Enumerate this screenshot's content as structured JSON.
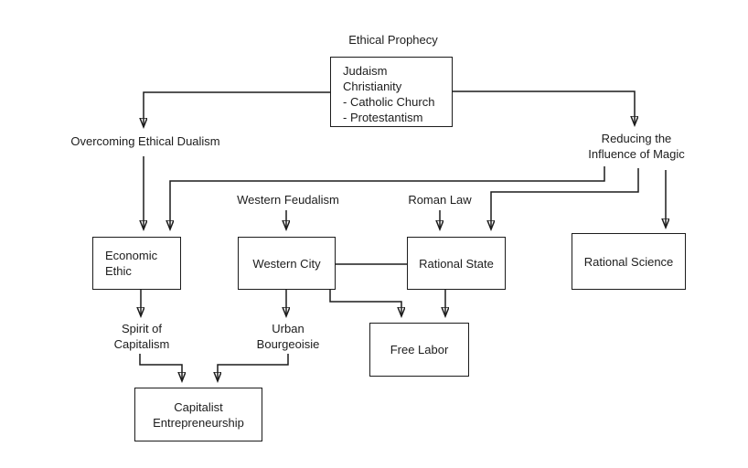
{
  "diagram": {
    "description_colors": {
      "line": "#1c1c1c",
      "background": "#ffffff",
      "box_border": "#1c1c1c"
    },
    "nodes": {
      "ethical_prophecy": {
        "label": "Ethical Prophecy",
        "type": "label"
      },
      "religions": {
        "label": "Judaism\nChristianity\n- Catholic Church\n- Protestantism",
        "type": "box"
      },
      "overcoming_ethical_dualism": {
        "label": "Overcoming Ethical Dualism",
        "type": "label"
      },
      "reducing_influence_of_magic": {
        "label": "Reducing the\nInfluence of Magic",
        "type": "label"
      },
      "western_feudalism": {
        "label": "Western Feudalism",
        "type": "label"
      },
      "roman_law": {
        "label": "Roman Law",
        "type": "label"
      },
      "economic_ethic": {
        "label": "Economic\nEthic",
        "type": "box"
      },
      "western_city": {
        "label": "Western City",
        "type": "box"
      },
      "rational_state": {
        "label": "Rational State",
        "type": "box"
      },
      "rational_science": {
        "label": "Rational Science",
        "type": "box"
      },
      "spirit_of_capitalism": {
        "label": "Spirit of\nCapitalism",
        "type": "label"
      },
      "urban_bourgeoisie": {
        "label": "Urban\nBourgeoisie",
        "type": "label"
      },
      "free_labor": {
        "label": "Free Labor",
        "type": "box"
      },
      "capitalist_entrepreneurship": {
        "label": "Capitalist\nEntrepreneurship",
        "type": "box"
      }
    },
    "edges": [
      {
        "from": "religions",
        "to": "overcoming_ethical_dualism",
        "arrow": true
      },
      {
        "from": "religions",
        "to": "reducing_influence_of_magic",
        "arrow": true
      },
      {
        "from": "overcoming_ethical_dualism",
        "to": "economic_ethic",
        "arrow": true
      },
      {
        "from": "reducing_influence_of_magic",
        "to": "economic_ethic",
        "arrow": true
      },
      {
        "from": "reducing_influence_of_magic",
        "to": "rational_state",
        "arrow": true
      },
      {
        "from": "reducing_influence_of_magic",
        "to": "rational_science",
        "arrow": true
      },
      {
        "from": "western_feudalism",
        "to": "western_city",
        "arrow": true
      },
      {
        "from": "roman_law",
        "to": "rational_state",
        "arrow": true
      },
      {
        "from": "western_city",
        "to": "rational_state",
        "arrow": false
      },
      {
        "from": "economic_ethic",
        "to": "spirit_of_capitalism",
        "arrow": true
      },
      {
        "from": "western_city",
        "to": "urban_bourgeoisie",
        "arrow": true
      },
      {
        "from": "western_city",
        "to": "free_labor",
        "arrow": true
      },
      {
        "from": "rational_state",
        "to": "free_labor",
        "arrow": true
      },
      {
        "from": "spirit_of_capitalism",
        "to": "capitalist_entrepreneurship",
        "arrow": true
      },
      {
        "from": "urban_bourgeoisie",
        "to": "capitalist_entrepreneurship",
        "arrow": true
      }
    ]
  }
}
